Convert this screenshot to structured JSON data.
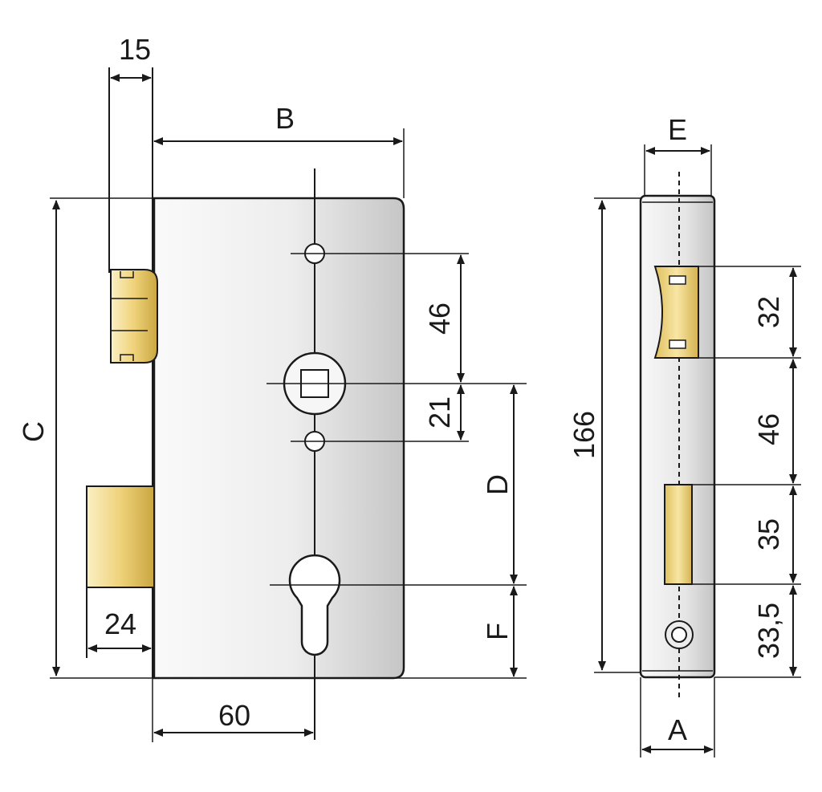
{
  "colors": {
    "plate_light": "#f4f4f4",
    "plate_dark": "#c8c8c8",
    "brass_light": "#f7e4a0",
    "brass_dark": "#c9a640",
    "ink": "#1a1a1a"
  },
  "front_view": {
    "dim_15": "15",
    "dim_B": "B",
    "dim_C": "C",
    "dim_46": "46",
    "dim_21": "21",
    "dim_D": "D",
    "dim_F": "F",
    "dim_24": "24",
    "dim_60": "60"
  },
  "side_view": {
    "dim_E": "E",
    "dim_166": "166",
    "dim_32": "32",
    "dim_46": "46",
    "dim_35": "35",
    "dim_33_5": "33,5",
    "dim_A": "A"
  }
}
